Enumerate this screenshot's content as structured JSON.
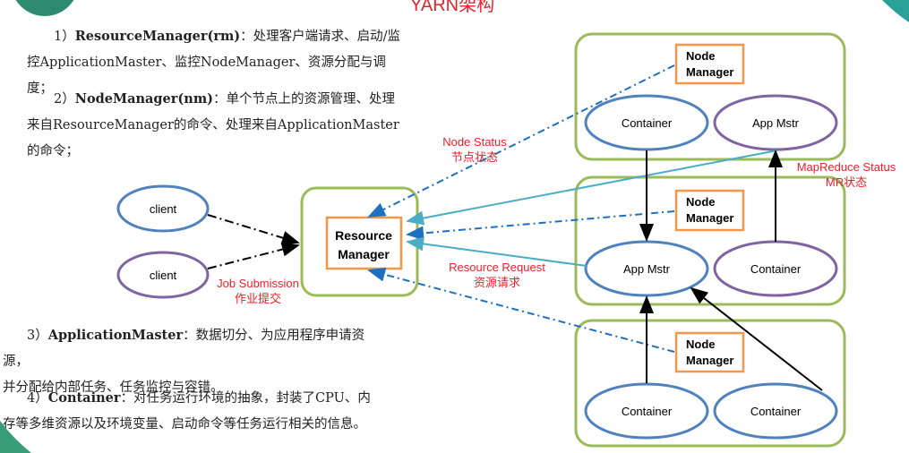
{
  "title": "YARN架构",
  "paragraphs": [
    {
      "num": "1）",
      "term": "ResourceManager(rm)",
      "text1": "：处理客户端请求、启动/监",
      "text2": "控ApplicationMaster、监控NodeManager、资源分配与调度；"
    },
    {
      "num": "2）",
      "term": "NodeManager(nm)",
      "text1": "：单个节点上的资源管理、处理",
      "text2": "来自ResourceManager的命令、处理来自ApplicationMaster",
      "text3": "的命令；"
    },
    {
      "num": "3）",
      "term": "ApplicationMaster",
      "text1": "：数据切分、为应用程序申请资源，",
      "text2": "并分配给内部任务、任务监控与容错。"
    },
    {
      "num": "4）",
      "term": "Container",
      "text1": "：对任务运行环境的抽象，封装了CPU、内",
      "text2": "存等多维资源以及环境变量、启动命令等任务运行相关的信息。"
    }
  ],
  "diagram": {
    "clients": [
      "client",
      "client"
    ],
    "resource_manager": [
      "Resource",
      "Manager"
    ],
    "node_manager": [
      "Node",
      "Manager"
    ],
    "nodes": [
      {
        "left": "Container",
        "right": "App Mstr"
      },
      {
        "left": "App Mstr",
        "right": "Container"
      },
      {
        "left": "Container",
        "right": "Container"
      }
    ],
    "labels": {
      "node_status": "Node Status",
      "node_status_cn": "节点状态",
      "mapreduce_status": "MapReduce Status",
      "mapreduce_status_cn": "MR状态",
      "resource_request": "Resource Request",
      "resource_request_cn": "资源请求",
      "job_submission": "Job Submission",
      "job_submission_cn": "作业提交"
    }
  },
  "colors": {
    "title": "#e8212b",
    "label": "#e8212b",
    "node_box": "#9bbb59",
    "nm_box": "#f79646",
    "ellipse_blue": "#4f81bd",
    "ellipse_purple": "#8064a2",
    "dashed_arrow": "#1f6fc0",
    "request_arrow": "#4bacc6"
  }
}
